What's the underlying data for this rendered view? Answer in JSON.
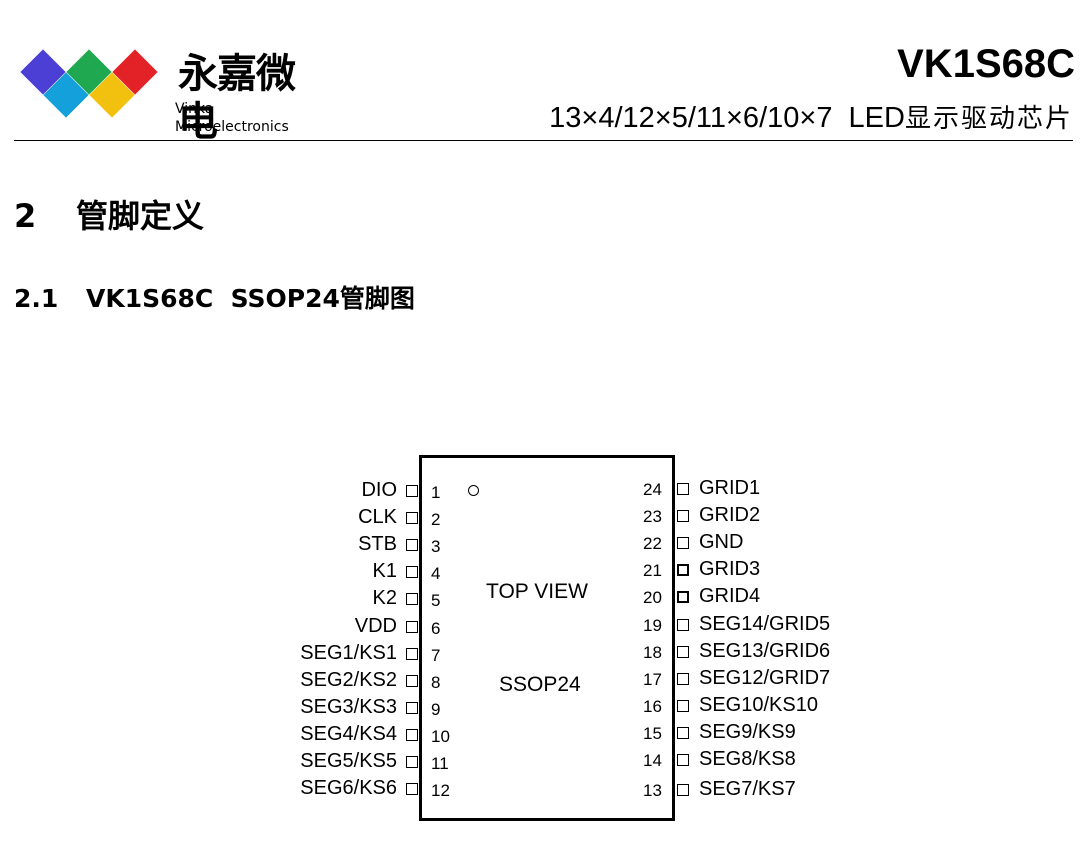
{
  "header": {
    "logo": {
      "cn_name": "永嘉微电",
      "en_name": "Vinka Microelectronics",
      "colors": [
        "#4b3fd6",
        "#1fa84f",
        "#e32228",
        "#14a0db",
        "#f2c10f"
      ]
    },
    "title": "VK1S68C",
    "subtitle_latin": "13×4/12×5/11×6/10×7  LED",
    "subtitle_cn": "显示驱动芯片"
  },
  "section": {
    "number": "2",
    "title": "管脚定义"
  },
  "subsection": {
    "number": "2.1",
    "title": "VK1S68C  SSOP24管脚图"
  },
  "diagram": {
    "view_label": "TOP VIEW",
    "package_label": "SSOP24",
    "left_pins": [
      {
        "num": "1",
        "name": "DIO"
      },
      {
        "num": "2",
        "name": "CLK"
      },
      {
        "num": "3",
        "name": "STB"
      },
      {
        "num": "4",
        "name": "K1"
      },
      {
        "num": "5",
        "name": "K2"
      },
      {
        "num": "6",
        "name": "VDD"
      },
      {
        "num": "7",
        "name": "SEG1/KS1"
      },
      {
        "num": "8",
        "name": "SEG2/KS2"
      },
      {
        "num": "9",
        "name": "SEG3/KS3"
      },
      {
        "num": "10",
        "name": "SEG4/KS4"
      },
      {
        "num": "11",
        "name": "SEG5/KS5"
      },
      {
        "num": "12",
        "name": "SEG6/KS6"
      }
    ],
    "right_pins": [
      {
        "num": "24",
        "name": "GRID1"
      },
      {
        "num": "23",
        "name": "GRID2"
      },
      {
        "num": "22",
        "name": "GND"
      },
      {
        "num": "21",
        "name": "GRID3"
      },
      {
        "num": "20",
        "name": "GRID4"
      },
      {
        "num": "19",
        "name": "SEG14/GRID5"
      },
      {
        "num": "18",
        "name": "SEG13/GRID6"
      },
      {
        "num": "17",
        "name": "SEG12/GRID7"
      },
      {
        "num": "16",
        "name": "SEG10/KS10"
      },
      {
        "num": "15",
        "name": "SEG9/KS9"
      },
      {
        "num": "14",
        "name": "SEG8/KS8"
      },
      {
        "num": "13",
        "name": "SEG7/KS7"
      }
    ]
  }
}
